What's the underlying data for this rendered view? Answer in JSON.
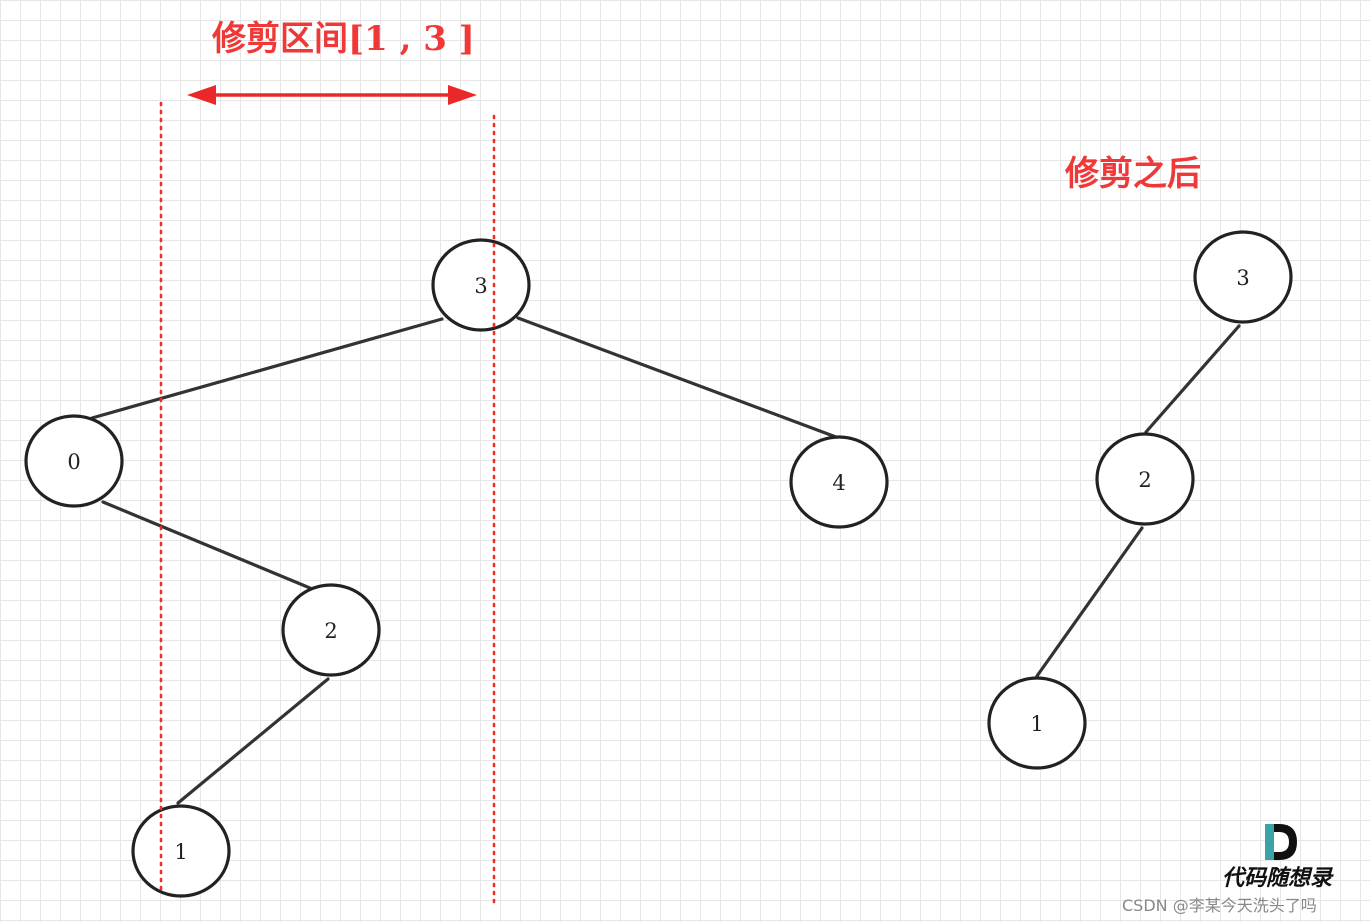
{
  "labels": {
    "range_title": "修剪区间[1 , 3 ]",
    "after_title": "修剪之后"
  },
  "trees": {
    "original": {
      "nodes": [
        {
          "id": "3",
          "label": "3"
        },
        {
          "id": "0",
          "label": "0"
        },
        {
          "id": "4",
          "label": "4"
        },
        {
          "id": "2",
          "label": "2"
        },
        {
          "id": "1",
          "label": "1"
        }
      ],
      "edges": [
        [
          "3",
          "0"
        ],
        [
          "3",
          "4"
        ],
        [
          "0",
          "2"
        ],
        [
          "2",
          "1"
        ]
      ]
    },
    "trimmed": {
      "nodes": [
        {
          "id": "3",
          "label": "3"
        },
        {
          "id": "2",
          "label": "2"
        },
        {
          "id": "1",
          "label": "1"
        }
      ],
      "edges": [
        [
          "3",
          "2"
        ],
        [
          "2",
          "1"
        ]
      ]
    }
  },
  "logo": {
    "mark": "D",
    "text": "代码随想录"
  },
  "watermark": "CSDN @李某今天洗头了吗",
  "colors": {
    "accent_red": "#ea2828",
    "node_stroke": "#222222",
    "logo_teal": "#3aa3a8",
    "grid": "#e6e6e6"
  }
}
